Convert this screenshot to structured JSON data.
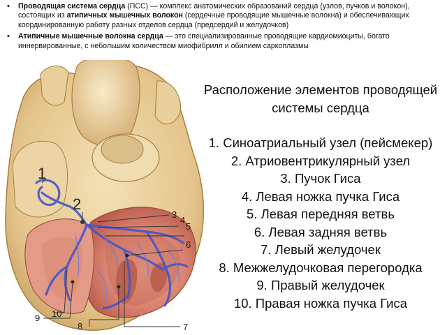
{
  "bullets": [
    {
      "parts": [
        {
          "text": "Проводящая система сердца",
          "bold": true
        },
        {
          "text": " (ПСС) — комплекс анатомических образований сердца (узлов, пучков и волокон), состоящих из ",
          "bold": false
        },
        {
          "text": "атипичных мышечных волокон",
          "bold": true
        },
        {
          "text": " (сердечные проводящие мышечные волокна) и обеспечивающих координированную работу разных отделов сердца (предсердий и желудочков)",
          "bold": false
        }
      ]
    },
    {
      "parts": [
        {
          "text": "Атипичные мышечные волокна сердца",
          "bold": true
        },
        {
          "text": " — это специализированные проводящие кардиомиоциты, богато иннервированные, с небольшим количеством миофибрилл и обилием саркоплазмы",
          "bold": false
        }
      ]
    }
  ],
  "figure": {
    "labels": [
      "1",
      "2",
      "3",
      "4",
      "5",
      "6",
      "7",
      "8",
      "9",
      "10"
    ]
  },
  "caption": {
    "title": "Расположение элементов проводящей системы сердца",
    "items": [
      "1. Синоатриальный узел (пейсмекер)",
      "2. Атриовентрикулярный узел",
      "3. Пучок Гиса",
      "4. Левая ножка пучка Гиса",
      "5. Левая передняя ветвь",
      "6. Левая задняя ветвь",
      "7. Левый желудочек",
      "8. Межжелудочковая перегородка",
      "9. Правый желудочек",
      "10. Правая ножка пучка Гиса"
    ]
  }
}
